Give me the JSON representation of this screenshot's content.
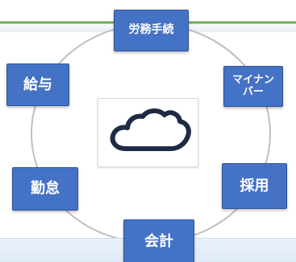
{
  "colors": {
    "node_fill": "#4472c4",
    "node_border": "#2f5597",
    "cycle_line": "#bfbfbf",
    "top_rule": "#70ad47",
    "cloud_stroke": "#1f2a44"
  },
  "center": {
    "icon": "cloud-icon"
  },
  "nodes": [
    {
      "id": "labor",
      "label": "労務手続"
    },
    {
      "id": "mynumber",
      "label": "マイナン\nバー"
    },
    {
      "id": "hiring",
      "label": "採用"
    },
    {
      "id": "accounting",
      "label": "会計"
    },
    {
      "id": "attendance",
      "label": "勤怠"
    },
    {
      "id": "payroll",
      "label": "給与"
    }
  ]
}
